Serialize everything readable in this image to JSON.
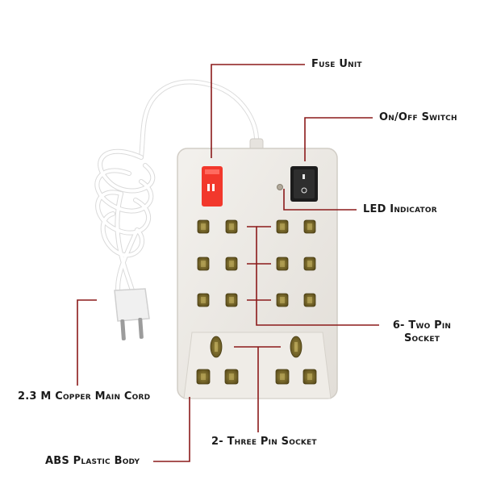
{
  "colors": {
    "leader_line": "#8b1a1a",
    "body": "#ece9e4",
    "body_edge": "#d4d0ca",
    "fuse": "#f23a2e",
    "switch": "#1c1c1c",
    "socket_hole": "#7a6a2a",
    "cord": "#f2f2f2"
  },
  "labels": {
    "fuse_unit": "Fuse Unit",
    "on_off_switch": "On/Off Switch",
    "led_indicator": "LED Indicator",
    "two_pin_line1": "6- Two Pin",
    "two_pin_line2": "Socket",
    "main_cord": "2.3 M Copper Main Cord",
    "three_pin": "2- Three Pin Socket",
    "abs_body": "ABS Plastic Body"
  },
  "icons": {
    "power_strip": "power-strip-icon",
    "fuse": "fuse-icon",
    "switch": "rocker-switch-icon",
    "led": "led-icon",
    "plug": "plug-icon"
  }
}
